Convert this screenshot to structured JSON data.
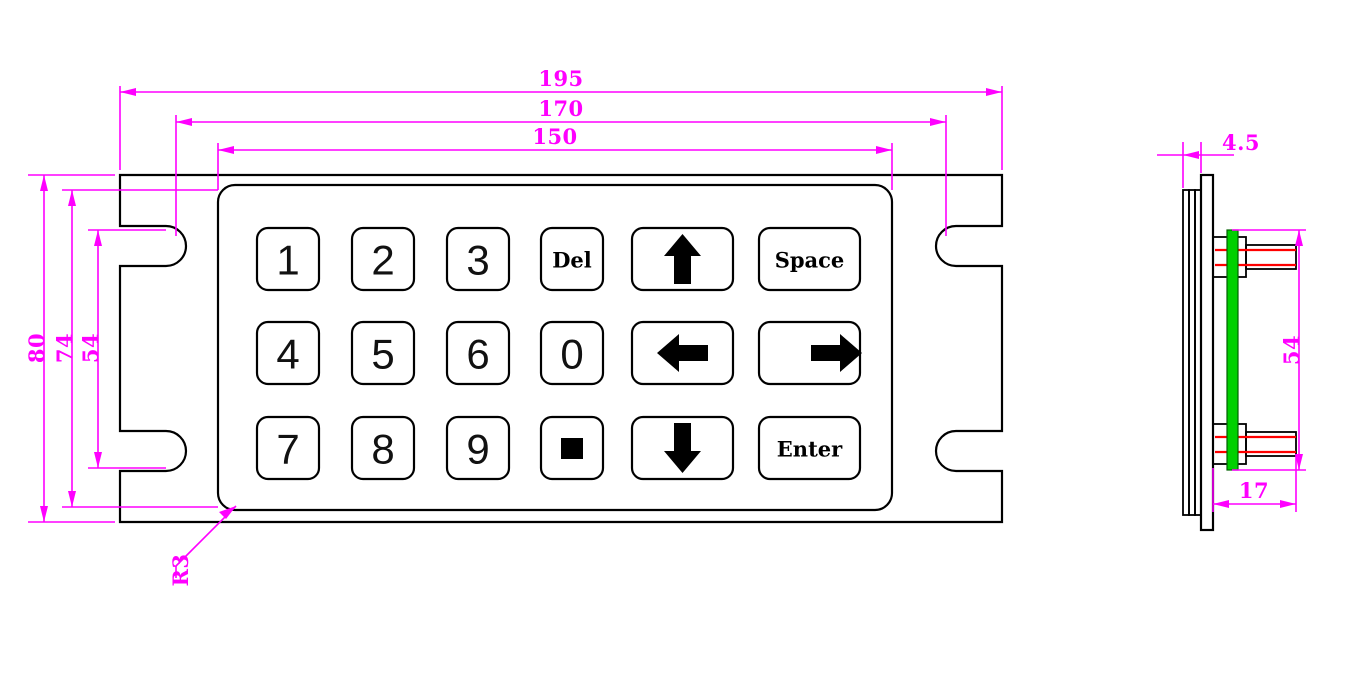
{
  "drawing": {
    "title": "Metal keypad mechanical drawing",
    "views": [
      "front-view",
      "side-view"
    ],
    "line_colors": {
      "geometry": "#000000",
      "dimension": "#ff00ff",
      "pcb": "#00d000",
      "connector": "#ff0000"
    }
  },
  "front_view": {
    "dimensions": {
      "overall_width": "195",
      "mount_hole_width": "170",
      "panel_width": "150",
      "overall_height": "80",
      "mount_hole_height": "74",
      "panel_height": "54",
      "corner_radius": "R3"
    }
  },
  "side_view": {
    "dimensions": {
      "faceplate_thickness": "4.5",
      "panel_height": "54",
      "body_depth": "17"
    }
  },
  "keypad": {
    "rows": [
      [
        {
          "label": "1",
          "type": "numeric",
          "width": "small"
        },
        {
          "label": "2",
          "type": "numeric",
          "width": "small"
        },
        {
          "label": "3",
          "type": "numeric",
          "width": "small"
        },
        {
          "label": "Del",
          "type": "word",
          "width": "small"
        },
        {
          "label": "arrow-up",
          "type": "icon",
          "width": "wide"
        },
        {
          "label": "Space",
          "type": "word",
          "width": "wide"
        }
      ],
      [
        {
          "label": "4",
          "type": "numeric",
          "width": "small"
        },
        {
          "label": "5",
          "type": "numeric",
          "width": "small"
        },
        {
          "label": "6",
          "type": "numeric",
          "width": "small"
        },
        {
          "label": "0",
          "type": "numeric",
          "width": "small"
        },
        {
          "label": "arrow-left",
          "type": "icon",
          "width": "wide"
        },
        {
          "label": "arrow-right",
          "type": "icon",
          "width": "wide"
        }
      ],
      [
        {
          "label": "7",
          "type": "numeric",
          "width": "small"
        },
        {
          "label": "8",
          "type": "numeric",
          "width": "small"
        },
        {
          "label": "9",
          "type": "numeric",
          "width": "small"
        },
        {
          "label": "square",
          "type": "icon",
          "width": "small"
        },
        {
          "label": "arrow-down",
          "type": "icon",
          "width": "wide"
        },
        {
          "label": "Enter",
          "type": "word",
          "width": "wide"
        }
      ]
    ],
    "key_labels": {
      "k11": "1",
      "k12": "2",
      "k13": "3",
      "k14": "Del",
      "k16": "Space",
      "k21": "4",
      "k22": "5",
      "k23": "6",
      "k24": "0",
      "k31": "7",
      "k32": "8",
      "k33": "9",
      "k36": "Enter"
    }
  }
}
